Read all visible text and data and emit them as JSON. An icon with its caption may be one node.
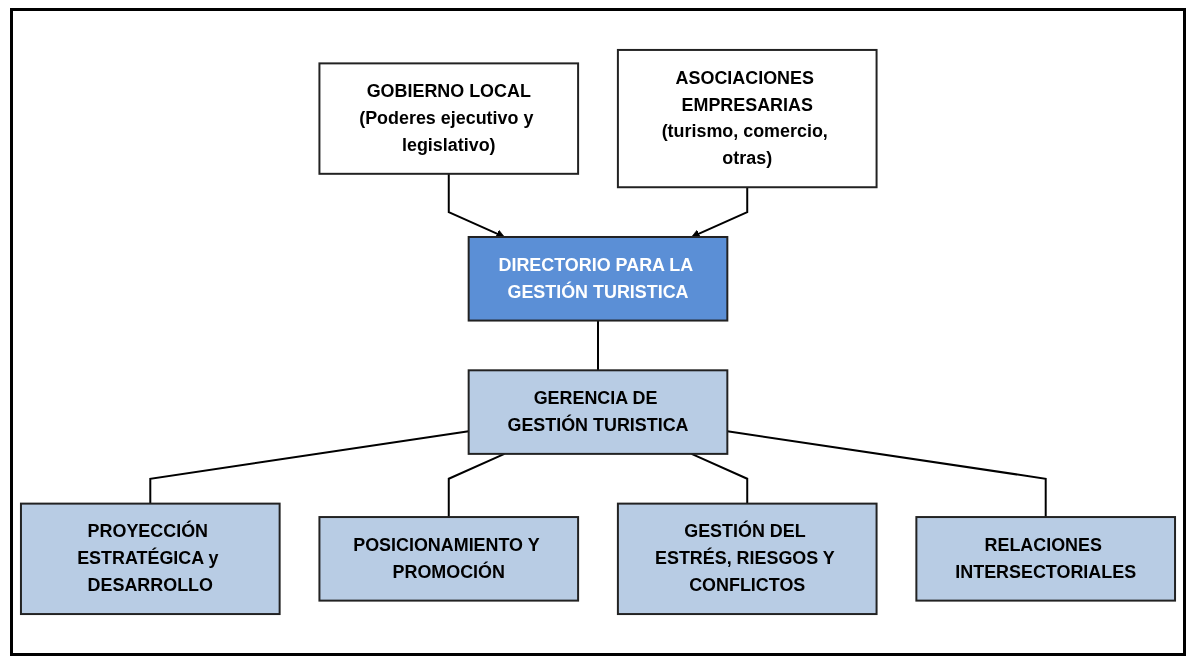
{
  "diagram": {
    "nodes": [
      {
        "text": [
          "GOBIERNO LOCAL",
          "(Poderes ejecutivo y legislativo)"
        ]
      },
      {
        "text": [
          "ASOCIACIONES EMPRESARIAS",
          "(turismo, comercio, otras)"
        ]
      },
      {
        "text": [
          "DIRECTORIO PARA LA GESTIÓN TURISTICA"
        ]
      },
      {
        "text": [
          "GERENCIA DE GESTIÓN TURISTICA"
        ]
      },
      {
        "text": [
          "PROYECCIÓN ESTRATÉGICA y DESARROLLO"
        ]
      },
      {
        "text": [
          "POSICIONAMIENTO Y PROMOCIÓN"
        ]
      },
      {
        "text": [
          "GESTIÓN DEL ESTRÉS, RIESGOS Y CONFLICTOS"
        ]
      },
      {
        "text": [
          "RELACIONES INTERSECTORIALES"
        ]
      }
    ],
    "edges": [
      {
        "from": 0,
        "to": 2,
        "arrow": "to"
      },
      {
        "from": 1,
        "to": 2,
        "arrow": "to"
      },
      {
        "from": 2,
        "to": 3,
        "arrow": "none"
      },
      {
        "from": 3,
        "to": 4,
        "arrow": "none"
      },
      {
        "from": 3,
        "to": 5,
        "arrow": "none"
      },
      {
        "from": 3,
        "to": 6,
        "arrow": "none"
      },
      {
        "from": 3,
        "to": 7,
        "arrow": "none"
      }
    ]
  }
}
